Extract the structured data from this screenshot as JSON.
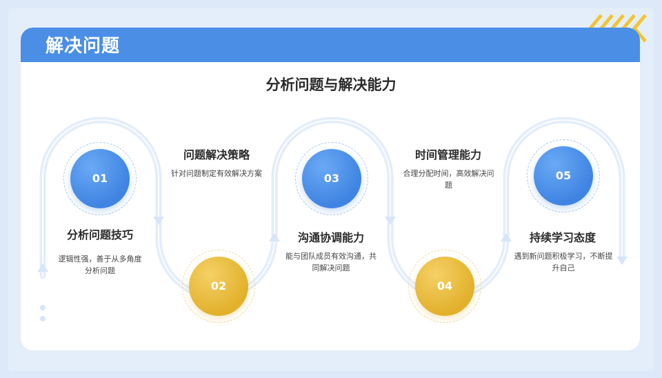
{
  "header": {
    "title": "解决问题"
  },
  "main_title": "分析问题与解决能力",
  "colors": {
    "accent_blue": "#4a8ee6",
    "accent_yellow": "#e2b12c",
    "track": "#e3edfb"
  },
  "steps": [
    {
      "num": "01",
      "title": "分析问题技巧",
      "desc": "逻辑性强，善于从多角度分析问题"
    },
    {
      "num": "02",
      "title": "问题解决策略",
      "desc": "针对问题制定有效解决方案"
    },
    {
      "num": "03",
      "title": "沟通协调能力",
      "desc": "能与团队成员有效沟通，共同解决问题"
    },
    {
      "num": "04",
      "title": "时间管理能力",
      "desc": "合理分配时间，高效解决问题"
    },
    {
      "num": "05",
      "title": "持续学习态度",
      "desc": "遇到新问题积极学习，不断提升自己"
    }
  ]
}
